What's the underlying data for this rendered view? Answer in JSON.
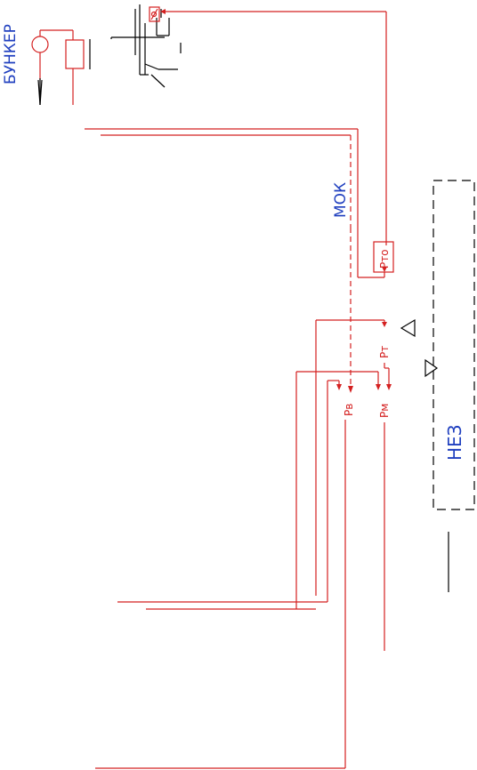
{
  "labels": {
    "bunker": "БУНКЕР",
    "mok": "МОК",
    "nez": "НЕЗ",
    "rto": "Рто",
    "rt": "Рт",
    "rv": "Рв",
    "rm": "Рм"
  },
  "colors": {
    "wire": "#d42020",
    "text_blue": "#1f3fbf",
    "equipment": "#000000"
  }
}
